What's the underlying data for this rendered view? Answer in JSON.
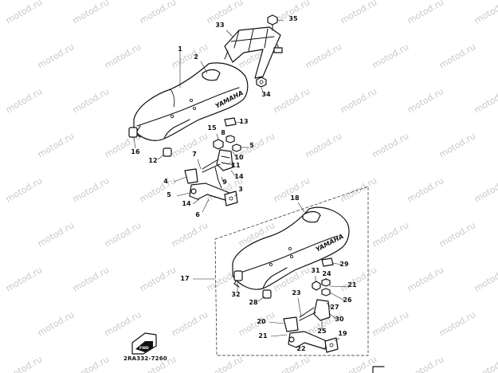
{
  "watermark": "motod.ru",
  "drawing_code": "2RA332-7260",
  "fwd_label": "FWD",
  "seat_brand": "YAMAHA",
  "upper_assembly": {
    "callouts": [
      "1",
      "2",
      "33",
      "35",
      "34",
      "13",
      "15",
      "8",
      "5",
      "10",
      "11",
      "7",
      "14",
      "9",
      "4",
      "5",
      "14",
      "6",
      "3",
      "16",
      "12"
    ]
  },
  "lower_assembly": {
    "callouts": [
      "18",
      "17",
      "29",
      "31",
      "24",
      "21",
      "26",
      "27",
      "30",
      "32",
      "28",
      "23",
      "20",
      "25",
      "19",
      "21",
      "22"
    ]
  }
}
